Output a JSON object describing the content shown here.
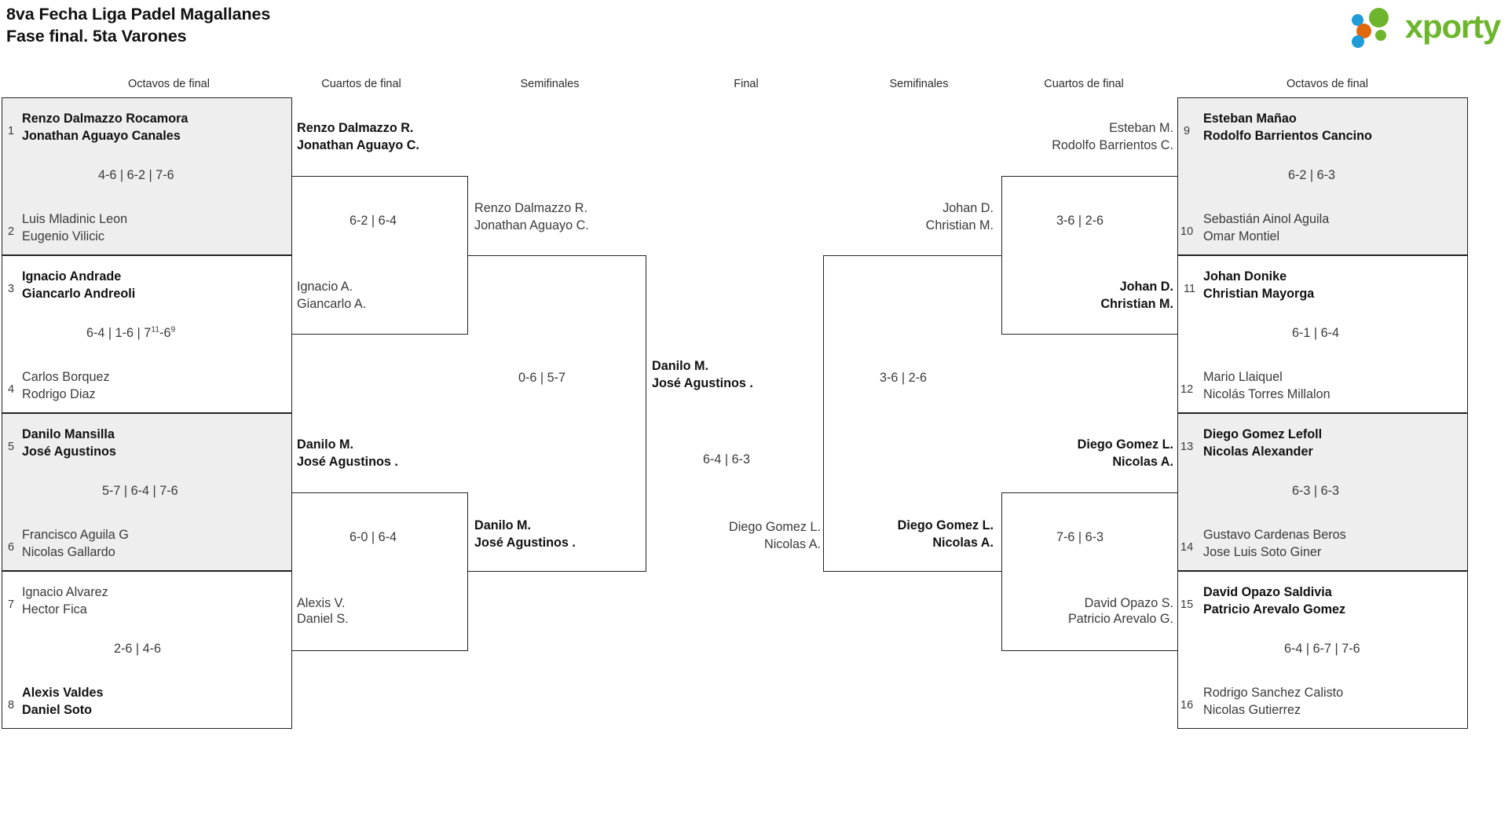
{
  "header": {
    "title_line1": "8va Fecha Liga Padel Magallanes",
    "title_line2": "Fase final. 5ta Varones",
    "logo_word": "xporty"
  },
  "round_headers": [
    {
      "label": "Octavos de final"
    },
    {
      "label": "Cuartos de final"
    },
    {
      "label": "Semifinales"
    },
    {
      "label": "Final"
    },
    {
      "label": "Semifinales"
    },
    {
      "label": "Cuartos de final"
    },
    {
      "label": "Octavos de final"
    }
  ],
  "left_octavos": [
    {
      "shaded": true,
      "top_seed": "1",
      "top_p1": "Renzo Dalmazzo Rocamora",
      "top_p2": "Jonathan Aguayo Canales",
      "top_win": true,
      "score": "4-6 | 6-2 | 7-6",
      "bot_seed": "2",
      "bot_p1": "Luis Mladinic Leon",
      "bot_p2": "Eugenio Vilicic",
      "bot_win": false
    },
    {
      "shaded": false,
      "top_seed": "3",
      "top_p1": "Ignacio Andrade",
      "top_p2": "Giancarlo Andreoli",
      "top_win": true,
      "score": "6-4 | 1-6 | 7¹¹-6⁹",
      "score_parts": {
        "a": "6-4 | 1-6 | 7",
        "sup1": "11",
        "b": "-6",
        "sup2": "9"
      },
      "bot_seed": "4",
      "bot_p1": "Carlos Borquez",
      "bot_p2": "Rodrigo Diaz",
      "bot_win": false
    },
    {
      "shaded": true,
      "top_seed": "5",
      "top_p1": "Danilo Mansilla",
      "top_p2": "José Agustinos",
      "top_win": true,
      "score": "5-7 | 6-4 | 7-6",
      "bot_seed": "6",
      "bot_p1": "Francisco Aguila G",
      "bot_p2": "Nicolas Gallardo",
      "bot_win": false
    },
    {
      "shaded": false,
      "top_seed": "7",
      "top_p1": "Ignacio Alvarez",
      "top_p2": "Hector Fica",
      "top_win": false,
      "score": "2-6 | 4-6",
      "bot_seed": "8",
      "bot_p1": "Alexis Valdes",
      "bot_p2": "Daniel Soto",
      "bot_win": true
    }
  ],
  "right_octavos": [
    {
      "shaded": true,
      "top_seed": "9",
      "top_p1": "Esteban Mañao",
      "top_p2": "Rodolfo Barrientos Cancino",
      "top_win": true,
      "score": "6-2 | 6-3",
      "bot_seed": "10",
      "bot_p1": "Sebastián Ainol Aguila",
      "bot_p2": "Omar Montiel",
      "bot_win": false
    },
    {
      "shaded": false,
      "top_seed": "11",
      "top_p1": "Johan Donike",
      "top_p2": "Christian Mayorga",
      "top_win": true,
      "score": "6-1 | 6-4",
      "bot_seed": "12",
      "bot_p1": "Mario Llaiquel",
      "bot_p2": "Nicolás Torres Millalon",
      "bot_win": false
    },
    {
      "shaded": true,
      "top_seed": "13",
      "top_p1": "Diego Gomez Lefoll",
      "top_p2": "Nicolas Alexander",
      "top_win": true,
      "score": "6-3 | 6-3",
      "bot_seed": "14",
      "bot_p1": "Gustavo Cardenas Beros",
      "bot_p2": "Jose Luis Soto Giner",
      "bot_win": false
    },
    {
      "shaded": false,
      "top_seed": "15",
      "top_p1": "David Opazo Saldivia",
      "top_p2": "Patricio Arevalo Gomez",
      "top_win": true,
      "score": "6-4 | 6-7 | 7-6",
      "bot_seed": "16",
      "bot_p1": "Rodrigo Sanchez Calisto",
      "bot_p2": "Nicolas Gutierrez",
      "bot_win": false
    }
  ],
  "left_cuartos": [
    {
      "top_p1": "Renzo Dalmazzo R.",
      "top_p2": "Jonathan Aguayo C.",
      "top_win": true,
      "score": "6-2 | 6-4",
      "bot_p1": "Ignacio A.",
      "bot_p2": "Giancarlo A.",
      "bot_win": false
    },
    {
      "top_p1": "Danilo M.",
      "top_p2": "José Agustinos .",
      "top_win": true,
      "score": "6-0 | 6-4",
      "bot_p1": "Alexis V.",
      "bot_p2": "Daniel S.",
      "bot_win": false
    }
  ],
  "right_cuartos": [
    {
      "top_p1": "Esteban M.",
      "top_p2": "Rodolfo Barrientos C.",
      "top_win": false,
      "score": "3-6 | 2-6",
      "bot_p1": "Johan D.",
      "bot_p2": "Christian M.",
      "bot_win": true
    },
    {
      "top_p1": "Diego Gomez L.",
      "top_p2": "Nicolas A.",
      "top_win": true,
      "score": "7-6 | 6-3",
      "bot_p1": "David Opazo S.",
      "bot_p2": "Patricio Arevalo G.",
      "bot_win": false
    }
  ],
  "left_semifinal": {
    "top_p1": "Renzo Dalmazzo R.",
    "top_p2": "Jonathan Aguayo C.",
    "top_win": false,
    "score": "0-6 | 5-7",
    "bot_p1": "Danilo M.",
    "bot_p2": "José Agustinos .",
    "bot_win": true
  },
  "right_semifinal": {
    "top_p1": "Johan D.",
    "top_p2": "Christian M.",
    "top_win": false,
    "score": "3-6 | 2-6",
    "bot_p1": "Diego Gomez L.",
    "bot_p2": "Nicolas A.",
    "bot_win": true
  },
  "final": {
    "top_p1": "Danilo M.",
    "top_p2": "José Agustinos .",
    "top_win": true,
    "score": "6-4 | 6-3",
    "bot_p1": "Diego Gomez L.",
    "bot_p2": "Nicolas A.",
    "bot_win": false
  },
  "colors": {
    "brand_green": "#6cb52d",
    "brand_blue": "#1f9bd8",
    "brand_orange": "#e2680f",
    "shade": "#eeeeee",
    "line": "#222222"
  }
}
